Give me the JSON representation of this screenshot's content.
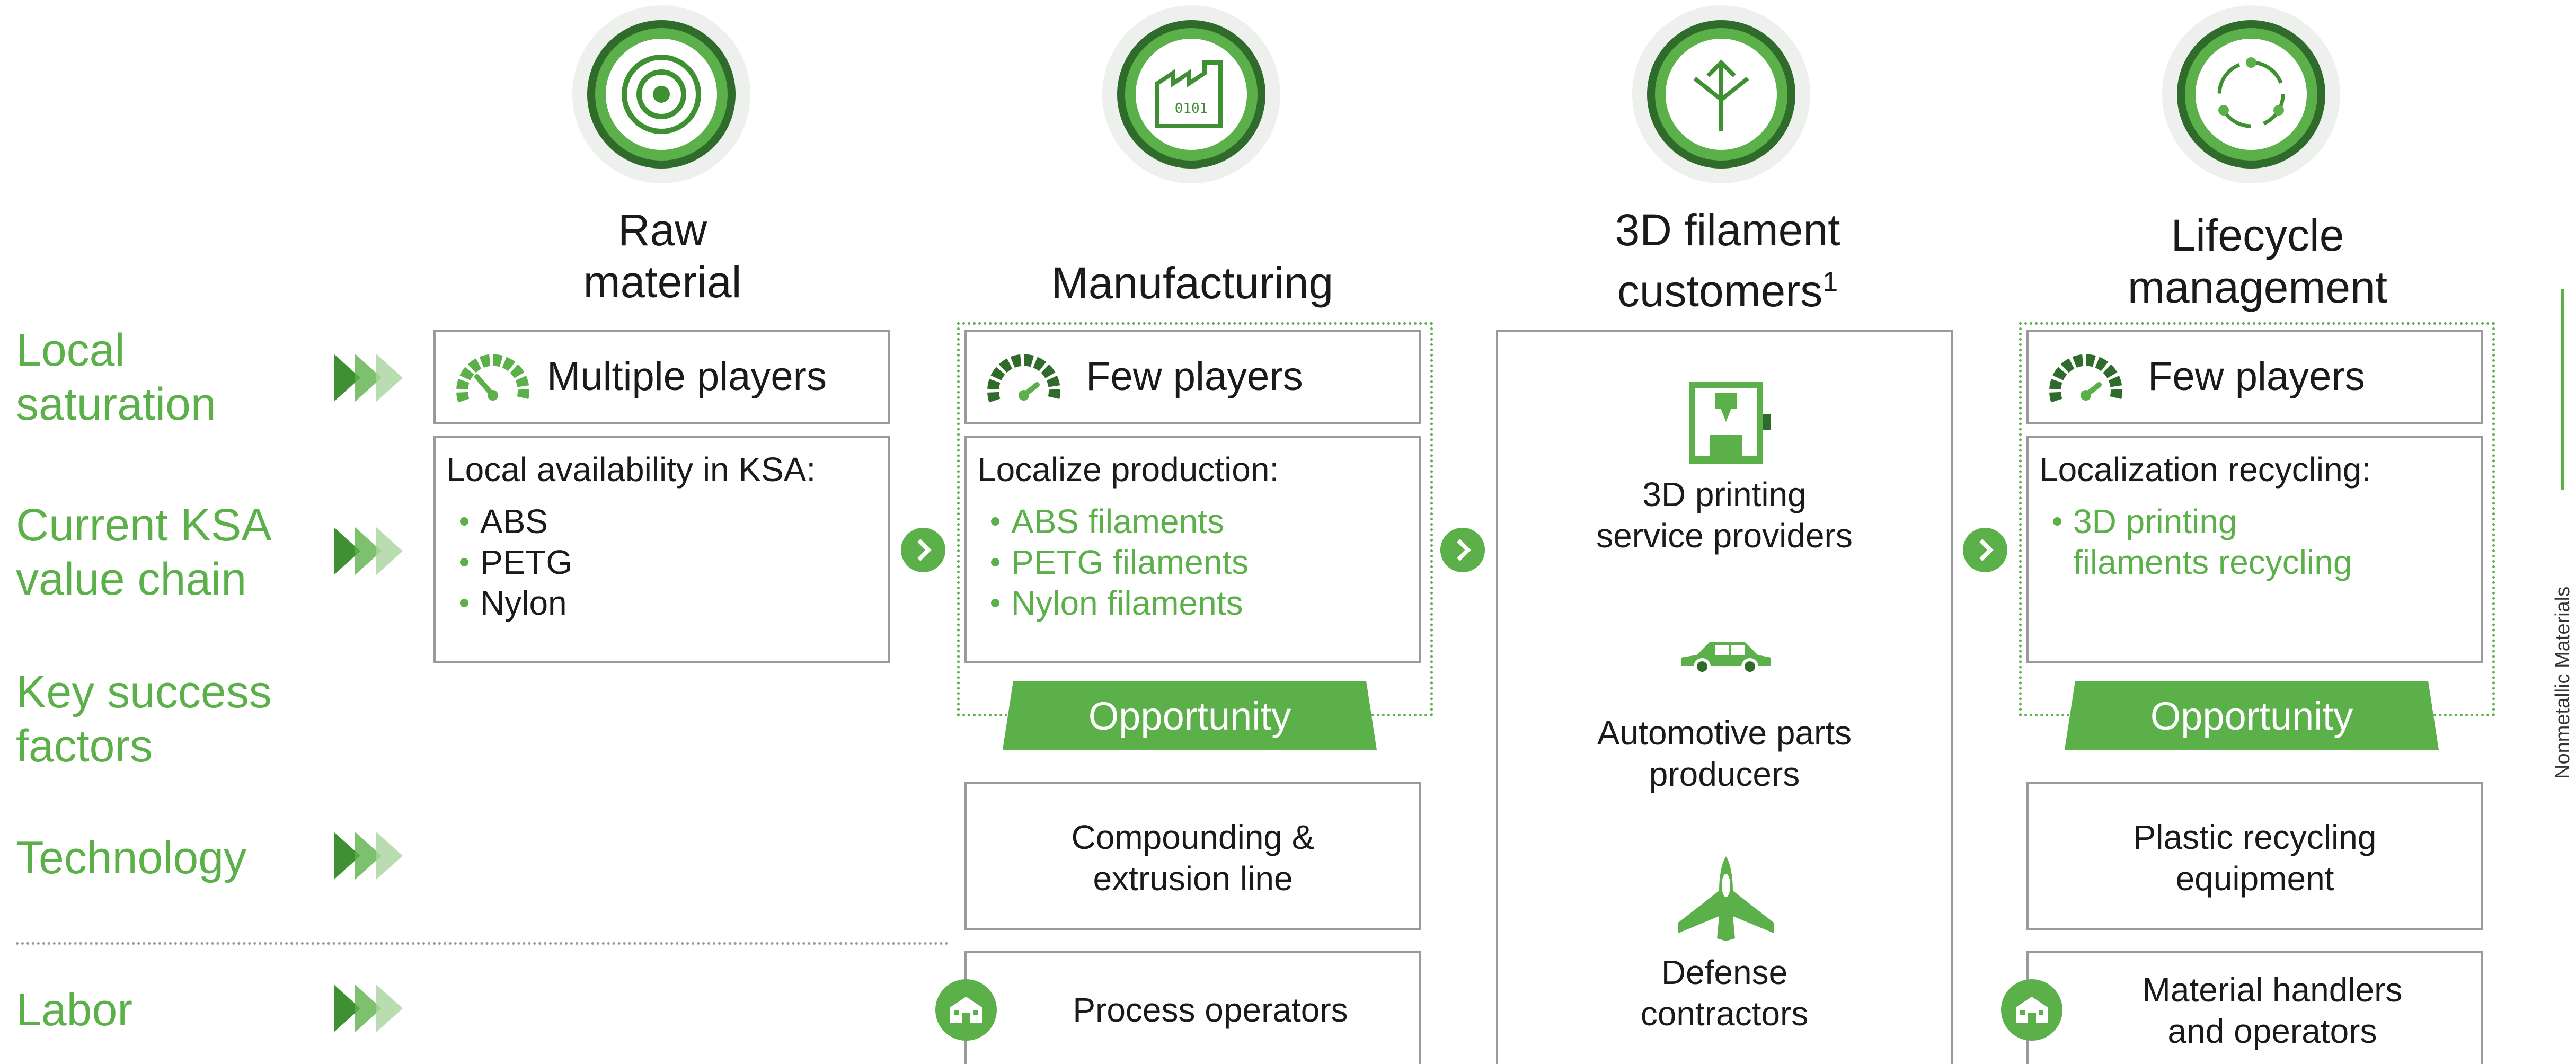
{
  "rows": {
    "local_saturation": "Local\nsaturation",
    "current_value_chain": "Current KSA\nvalue chain",
    "key_success_factors": "Key success\nfactors",
    "technology": "Technology",
    "labor": "Labor"
  },
  "columns": [
    {
      "title": "Raw\nmaterial",
      "icon": "target-icon"
    },
    {
      "title": "Manufacturing",
      "icon": "factory-icon"
    },
    {
      "title": "3D filament\ncustomers",
      "title_sup": "1",
      "icon": "split-arrows-icon"
    },
    {
      "title": "Lifecycle\nmanagement",
      "icon": "recycle-icon"
    }
  ],
  "raw_material": {
    "players": "Multiple players",
    "gauge_level": "high",
    "list_title": "Local availability in KSA:",
    "items": [
      "ABS",
      "PETG",
      "Nylon"
    ]
  },
  "manufacturing": {
    "players": "Few players",
    "gauge_level": "low",
    "list_title": "Localize production:",
    "items": [
      "ABS filaments",
      "PETG filaments",
      "Nylon filaments"
    ],
    "opportunity": "Opportunity",
    "technology": "Compounding &\nextrusion line",
    "labor": "Process operators"
  },
  "customers": {
    "items": [
      {
        "label": "3D printing\nservice providers",
        "icon": "3d-printer-icon"
      },
      {
        "label": "Automotive parts\nproducers",
        "icon": "car-icon"
      },
      {
        "label": "Defense\ncontractors",
        "icon": "jet-icon"
      }
    ]
  },
  "lifecycle": {
    "players": "Few players",
    "gauge_level": "low",
    "list_title": "Localization recycling:",
    "items": [
      "3D printing\nfilaments recycling"
    ],
    "opportunity": "Opportunity",
    "technology": "Plastic recycling\nequipment",
    "labor": "Material handlers\nand operators"
  },
  "sidebar_label": "Nonmetallic Materials",
  "colors": {
    "accent": "#5cb04a",
    "dark_green": "#2f6b2a",
    "border": "#9a9a9a"
  }
}
